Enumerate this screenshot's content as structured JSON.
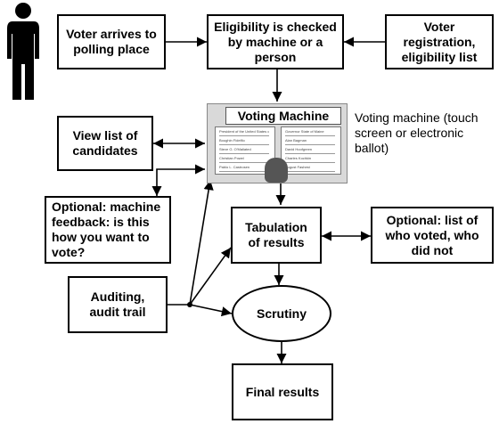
{
  "nodes": {
    "voter_arrives": "Voter arrives to polling place",
    "eligibility": "Eligibility is checked by machine or a person",
    "registration": "Voter registration, eligibility list",
    "view_list": "View list of candidates",
    "voting_machine_caption": "Voting machine (touch screen or electronic ballot)",
    "feedback": "Optional: machine feedback: is this how you want to vote?",
    "tabulation": "Tabulation of results",
    "who_voted": "Optional: list of who voted, who did not",
    "auditing": "Auditing, audit trail",
    "scrutiny": "Scrutiny",
    "final": "Final results"
  },
  "voting_machine_image": {
    "title": "Voting Machine",
    "left_panel": [
      "President of the United States of America",
      "Boughin Fidelfio",
      "Steve G. O'Maliated",
      "Christian Powel",
      "Pablo L. Castrosen"
    ],
    "right_panel": [
      "Governor State of Maine",
      "Alan Bagman",
      "David Hoofgreen",
      "Charles Kochkin",
      "August Fashest"
    ]
  },
  "colors": {
    "line": "#000000",
    "box_fill": "#ffffff",
    "person": "#000000"
  }
}
